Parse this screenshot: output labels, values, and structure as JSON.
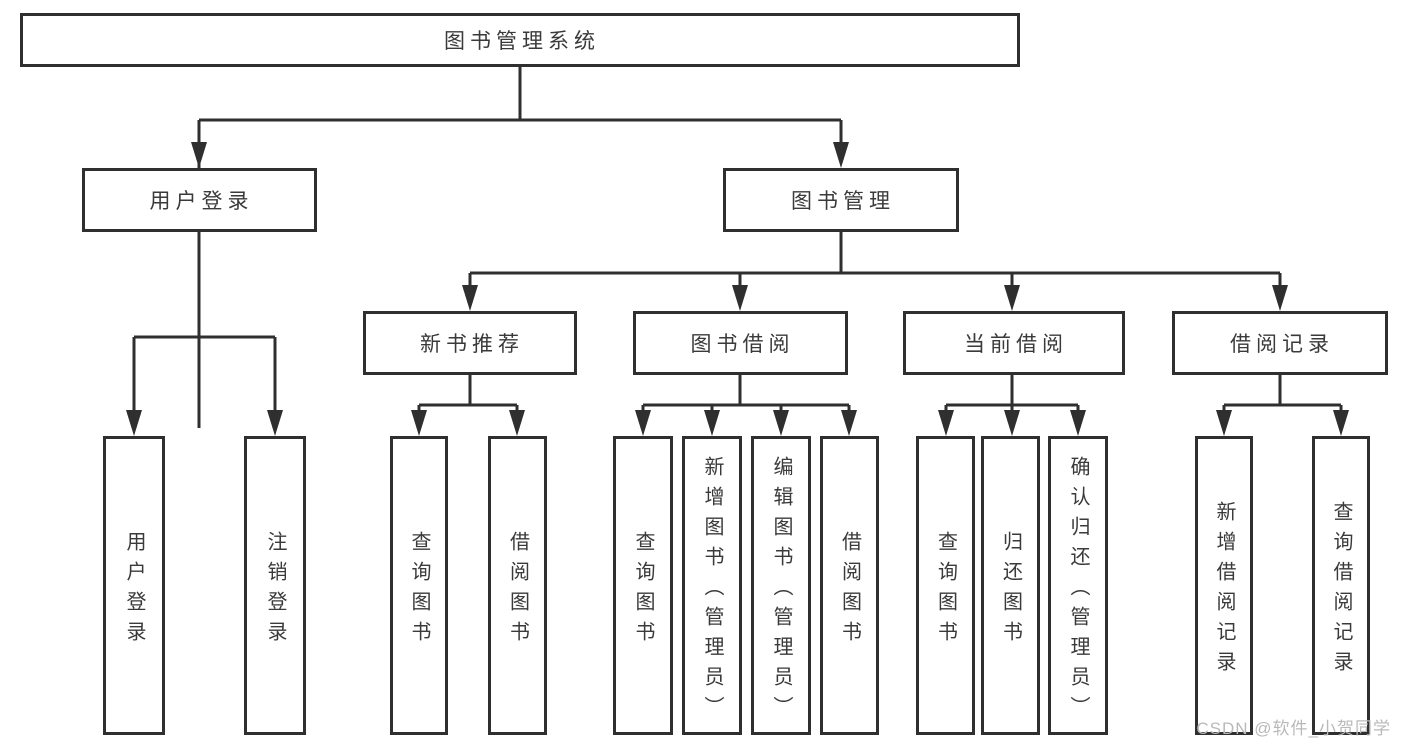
{
  "tree": {
    "root": "图书管理系统",
    "branches": [
      {
        "label": "用户登录",
        "leaves": [
          "用户登录",
          "注销登录"
        ]
      },
      {
        "label": "图书管理",
        "groups": [
          {
            "label": "新书推荐",
            "leaves": [
              "查询图书",
              "借阅图书"
            ]
          },
          {
            "label": "图书借阅",
            "leaves": [
              "查询图书",
              "新增图书（管理员）",
              "编辑图书（管理员）",
              "借阅图书"
            ]
          },
          {
            "label": "当前借阅",
            "leaves": [
              "查询图书",
              "归还图书",
              "确认归还（管理员）"
            ]
          },
          {
            "label": "借阅记录",
            "leaves": [
              "新增借阅记录",
              "查询借阅记录"
            ]
          }
        ]
      }
    ]
  },
  "watermark": "CSDN @软件_小贺同学",
  "colors": {
    "line": "#2f2f2f",
    "text": "#3a3a3a",
    "watermark": "#b9b9b9"
  }
}
